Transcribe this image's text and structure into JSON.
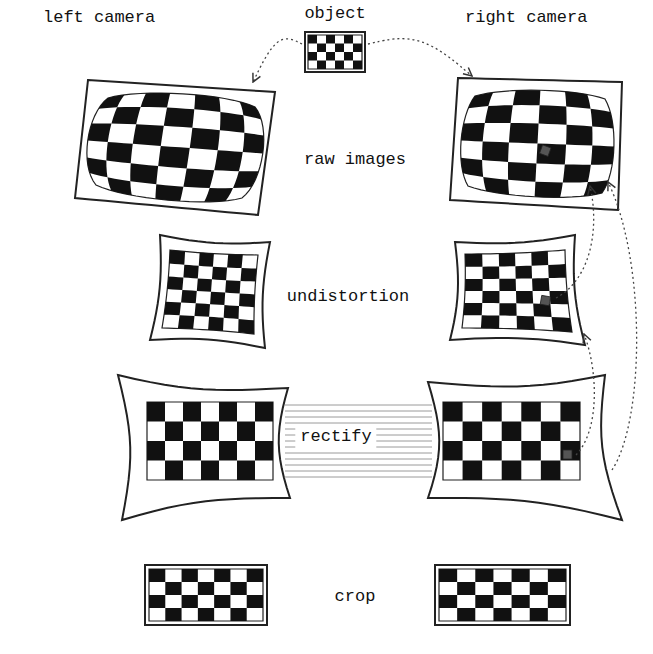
{
  "diagram": {
    "nodes": [
      {
        "text": [
          "object"
        ]
      },
      {
        "text": [
          "left camera"
        ]
      },
      {
        "text": [
          "right camera"
        ]
      }
    ],
    "edges": [
      {
        "from": 0,
        "to": 1,
        "arrow": "to"
      },
      {
        "from": 0,
        "to": 2,
        "arrow": "to"
      }
    ],
    "labels": [
      "raw images",
      "undistortion",
      "rectify",
      "crop"
    ]
  }
}
